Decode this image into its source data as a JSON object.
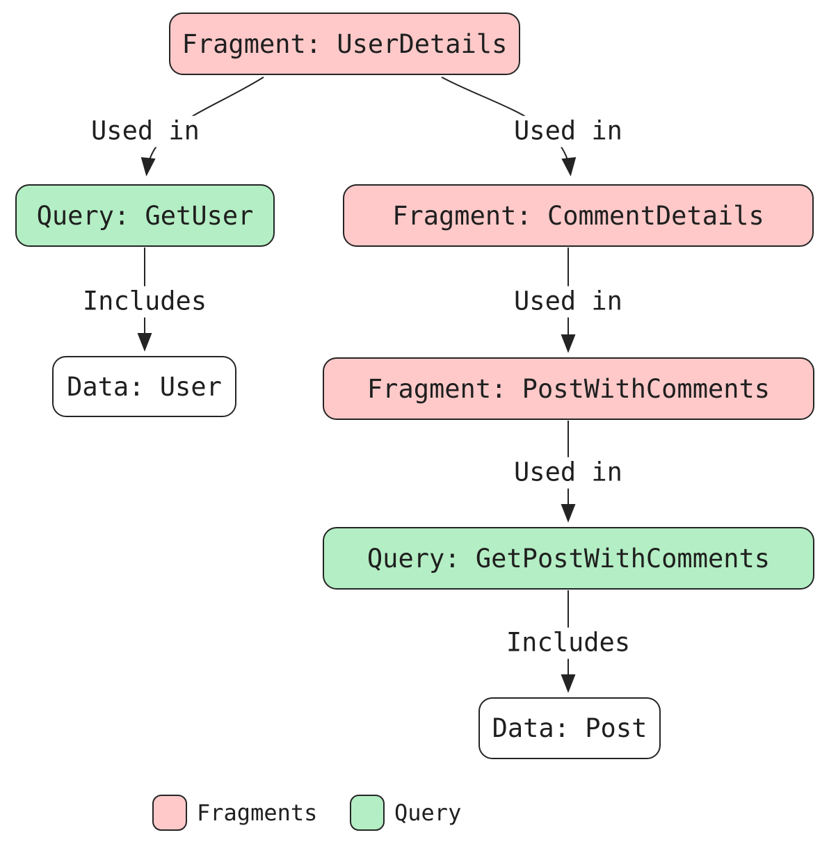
{
  "diagram": {
    "nodes": [
      {
        "label": "Fragment: UserDetails",
        "type": "fragment"
      },
      {
        "label": "Query: GetUser",
        "type": "query"
      },
      {
        "label": "Fragment: CommentDetails",
        "type": "fragment"
      },
      {
        "label": "Data: User",
        "type": "data"
      },
      {
        "label": "Fragment: PostWithComments",
        "type": "fragment"
      },
      {
        "label": "Query: GetPostWithComments",
        "type": "query"
      },
      {
        "label": "Data: Post",
        "type": "data"
      }
    ],
    "edges": [
      {
        "from": "Fragment: UserDetails",
        "to": "Query: GetUser",
        "label": "Used in"
      },
      {
        "from": "Fragment: UserDetails",
        "to": "Fragment: CommentDetails",
        "label": "Used in"
      },
      {
        "from": "Query: GetUser",
        "to": "Data: User",
        "label": "Includes"
      },
      {
        "from": "Fragment: CommentDetails",
        "to": "Fragment: PostWithComments",
        "label": "Used in"
      },
      {
        "from": "Fragment: PostWithComments",
        "to": "Query: GetPostWithComments",
        "label": "Used in"
      },
      {
        "from": "Query: GetPostWithComments",
        "to": "Data: Post",
        "label": "Includes"
      }
    ],
    "legend": [
      {
        "label": "Fragments",
        "color": "#ffc9c9"
      },
      {
        "label": "Query",
        "color": "#b4eec4"
      }
    ],
    "colors": {
      "fragment_fill": "#ffc9c9",
      "query_fill": "#b4eec4",
      "data_fill": "#ffffff",
      "stroke": "#242424",
      "text": "#1f1f1f",
      "background": "#ffffff"
    }
  }
}
